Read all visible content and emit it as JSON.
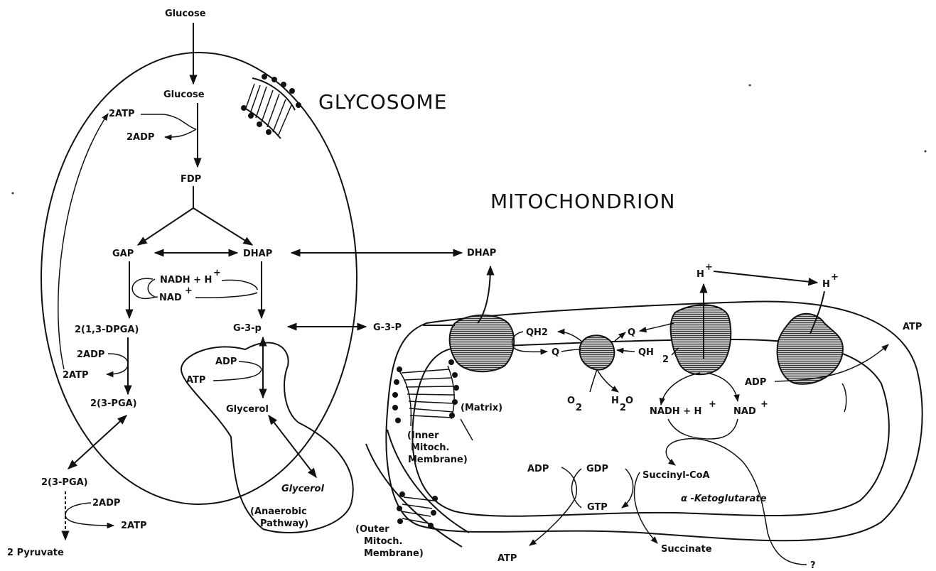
{
  "titles": {
    "glycosome": "GLYCOSOME",
    "mitochondrion": "MITOCHONDRION"
  },
  "glycosome": {
    "glucose_outside": "Glucose",
    "glucose_inside": "Glucose",
    "atp_2_top": "2ATP",
    "adp_2_top": "2ADP",
    "fdp": "FDP",
    "gap": "GAP",
    "dhap": "DHAP",
    "nadh_h": "NADH + H",
    "nad": "NAD",
    "dpga": "2(1,3-DPGA)",
    "g3p": "G-3-p",
    "adp_2_mid": "2ADP",
    "atp_2_mid": "2ATP",
    "pga_inside": "2(3-PGA)",
    "adp_glycerol": "ADP",
    "atp_glycerol": "ATP",
    "glycerol_inside": "Glycerol"
  },
  "cytosol": {
    "pga_outside": "2(3-PGA)",
    "adp_2_bottom": "2ADP",
    "atp_2_bottom": "2ATP",
    "pyruvate": "2 Pyruvate",
    "glycerol_outside": "Glycerol",
    "anaerobic": "(Anaerobic Pathway)",
    "anaerobic_line1": "(Anaerobic",
    "anaerobic_line2": "Pathway)",
    "dhap_outside": "DHAP",
    "g3p_outside": "G-3-P"
  },
  "mitochondrion": {
    "qh2_left": "QH2",
    "q_left": "Q",
    "q_right": "Q",
    "qh2_right": "QH",
    "qh2_right_sub": "2",
    "o2": "O",
    "o2_sub": "2",
    "h2o_h": "H",
    "h2o_sub": "2",
    "h2o_o": "O",
    "h_top_left": "H",
    "h_top_right": "H",
    "atp_right": "ATP",
    "adp_right": "ADP",
    "nadh_h": "NADH + H",
    "nad": "NAD",
    "matrix": "(Matrix)",
    "inner_membrane_1": "(Inner",
    "inner_membrane_2": "Mitoch.",
    "inner_membrane_3": "Membrane)",
    "outer_membrane_1": "(Outer",
    "outer_membrane_2": "Mitoch.",
    "outer_membrane_3": "Membrane)",
    "adp_bottom": "ADP",
    "gdp": "GDP",
    "gtp": "GTP",
    "succinyl_coa": "Succinyl-CoA",
    "ketoglutarate": "α -Ketoglutarate",
    "succinate": "Succinate",
    "atp_bottom": "ATP",
    "question": "?"
  }
}
